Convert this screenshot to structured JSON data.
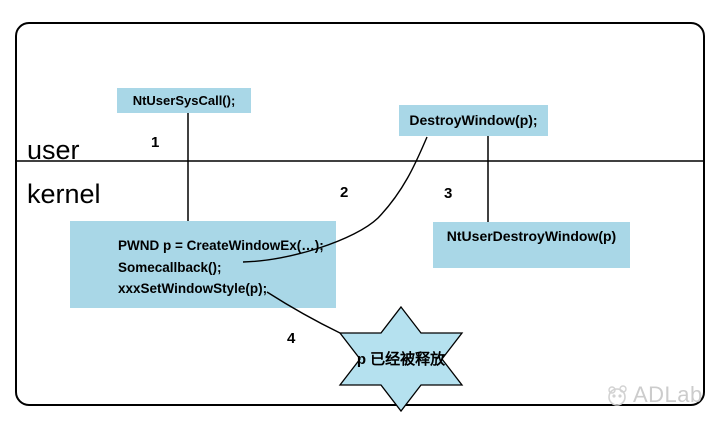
{
  "diagram": {
    "zone_labels": {
      "user": "user",
      "kernel": "kernel"
    },
    "boxes": {
      "nt_user_sys_call": "NtUserSysCall();",
      "destroy_window": "DestroyWindow(p);",
      "create_window_lines": [
        "PWND p = CreateWindowEx(…);",
        "Somecallback();",
        "xxxSetWindowStyle(p);"
      ],
      "nt_user_destroy_window": "NtUserDestroyWindow(p)"
    },
    "step_numbers": {
      "step1": "1",
      "step2": "2",
      "step3": "3",
      "step4": "4"
    },
    "star_text": "p 已经被释放",
    "watermark": "ADLab",
    "colors": {
      "box_fill": "#a9d7e7",
      "star_fill": "#b5e1ef",
      "line": "#000000",
      "watermark": "#cccccc"
    }
  }
}
